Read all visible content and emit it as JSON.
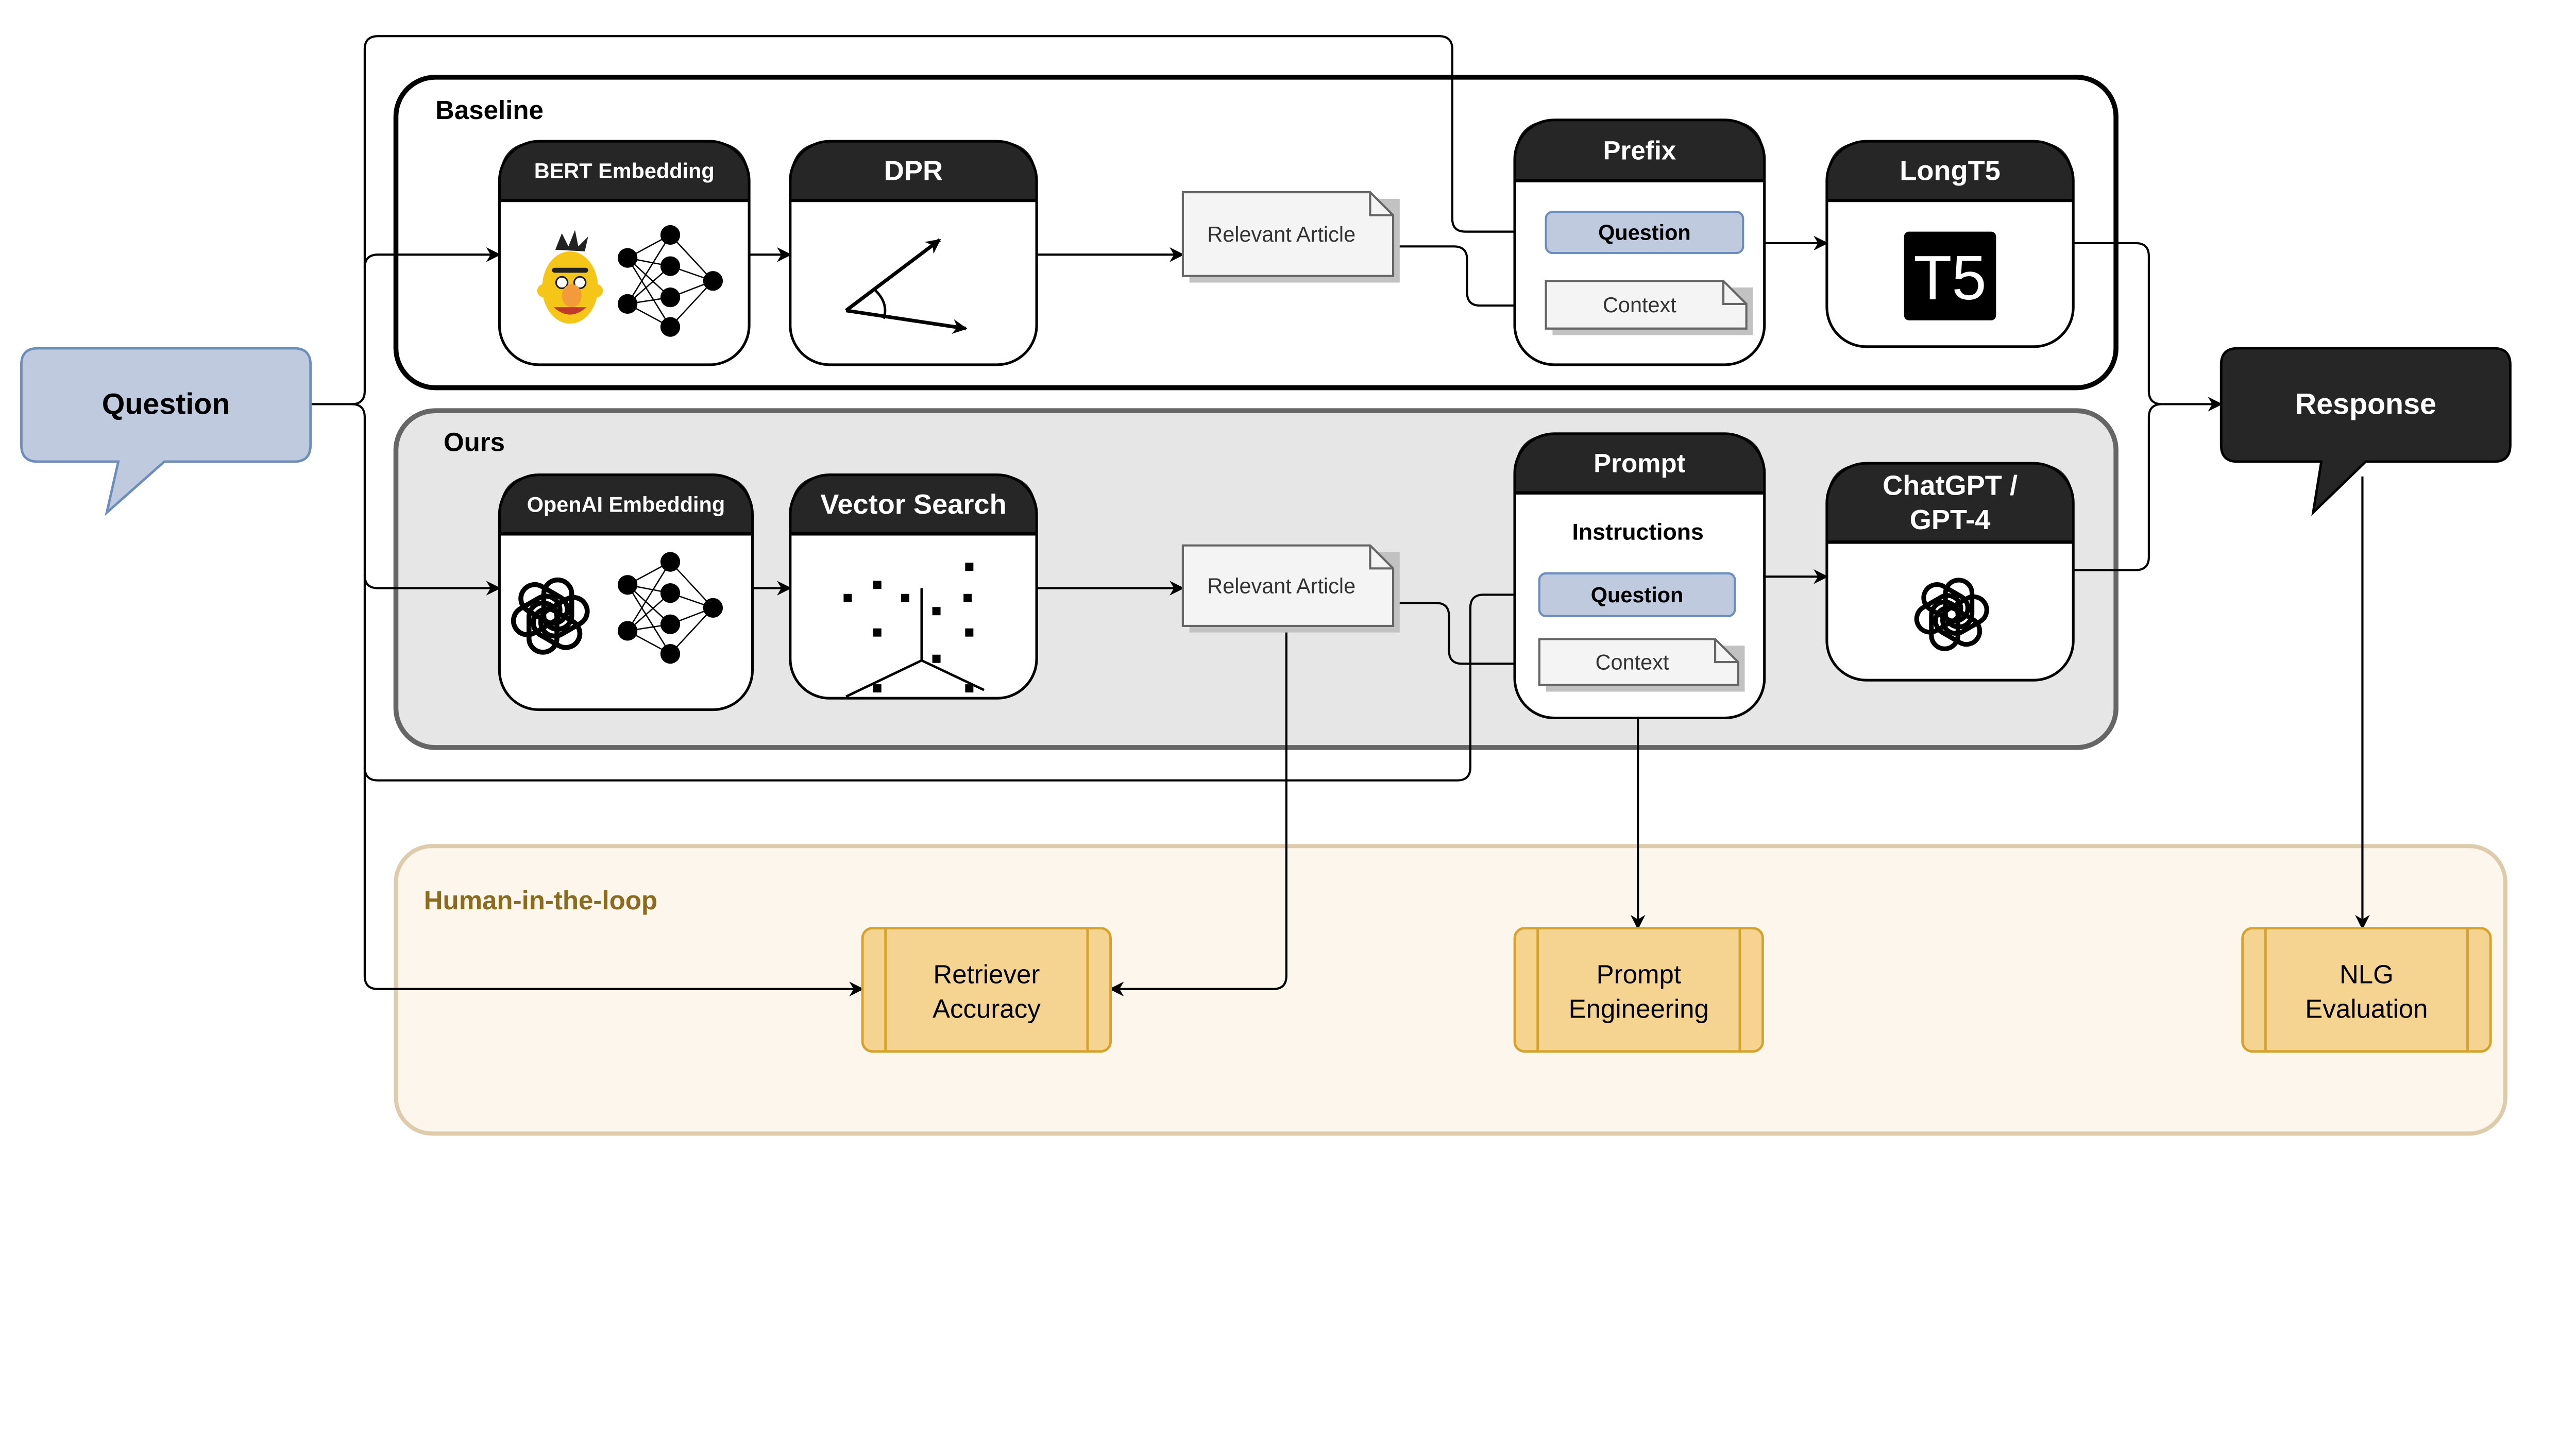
{
  "groups": {
    "baseline": "Baseline",
    "ours": "Ours",
    "human": "Human-in-the-loop"
  },
  "question_bubble": "Question",
  "response_bubble": "Response",
  "baseline": {
    "bert": "BERT Embedding",
    "dpr": "DPR",
    "article": "Relevant Article",
    "prefix": "Prefix",
    "prefix_question": "Question",
    "prefix_context": "Context",
    "longt5": "LongT5",
    "t5_logo": "T5"
  },
  "ours": {
    "openai": "OpenAI Embedding",
    "vector": "Vector Search",
    "article": "Relevant Article",
    "prompt": "Prompt",
    "instructions": "Instructions",
    "prompt_question": "Question",
    "prompt_context": "Context",
    "chatgpt_line1": "ChatGPT /",
    "chatgpt_line2": "GPT-4"
  },
  "human": {
    "retriever_1": "Retriever",
    "retriever_2": "Accuracy",
    "prompt_eng_1": "Prompt",
    "prompt_eng_2": "Engineering",
    "nlg_1": "NLG",
    "nlg_2": "Evaluation"
  },
  "colors": {
    "header": "#262626",
    "question_fill": "#bfcadf",
    "question_stroke": "#6c8ebf",
    "ours_fill": "#e6e6e6",
    "human_fill": "#fdf6ed",
    "human_label": "#8c6a1e",
    "process_fill": "#f5d491",
    "process_stroke": "#d6a22a"
  }
}
